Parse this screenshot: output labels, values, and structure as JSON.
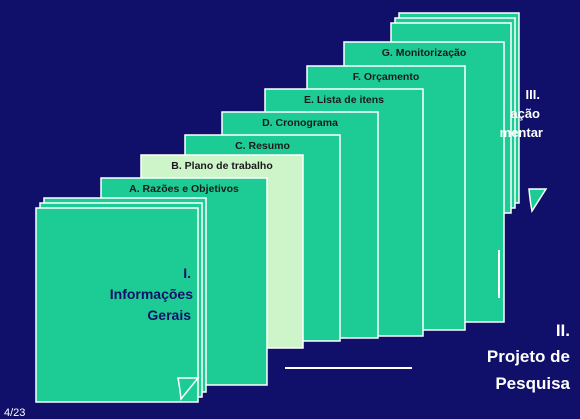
{
  "slide": {
    "page_number": "4/23",
    "colors": {
      "background": "#10106a",
      "sheet_fill": "#1dcb94",
      "sheet_highlight": "#cdf5c9",
      "sheet_border": "#ffffff",
      "text_dark": "#1a1a1a",
      "text_white": "#ffffff"
    },
    "stack_III": {
      "lines": [
        "III.",
        "ação",
        "mentar"
      ]
    },
    "stack_I": {
      "lines": [
        "I.",
        "Informações",
        "Gerais"
      ]
    },
    "stack_II": {
      "lines": [
        "II.",
        "Projeto de",
        "Pesquisa"
      ]
    },
    "sections": [
      {
        "id": "G",
        "label": "G. Monitorização",
        "highlight": false
      },
      {
        "id": "F",
        "label": "F. Orçamento",
        "highlight": false
      },
      {
        "id": "E",
        "label": "E. Lista de itens",
        "highlight": false
      },
      {
        "id": "D",
        "label": "D. Cronograma",
        "highlight": false
      },
      {
        "id": "C",
        "label": "C. Resumo",
        "highlight": false
      },
      {
        "id": "B",
        "label": "B. Plano de trabalho",
        "highlight": true
      },
      {
        "id": "A",
        "label": "A. Razões e Objetivos",
        "highlight": false
      }
    ]
  }
}
